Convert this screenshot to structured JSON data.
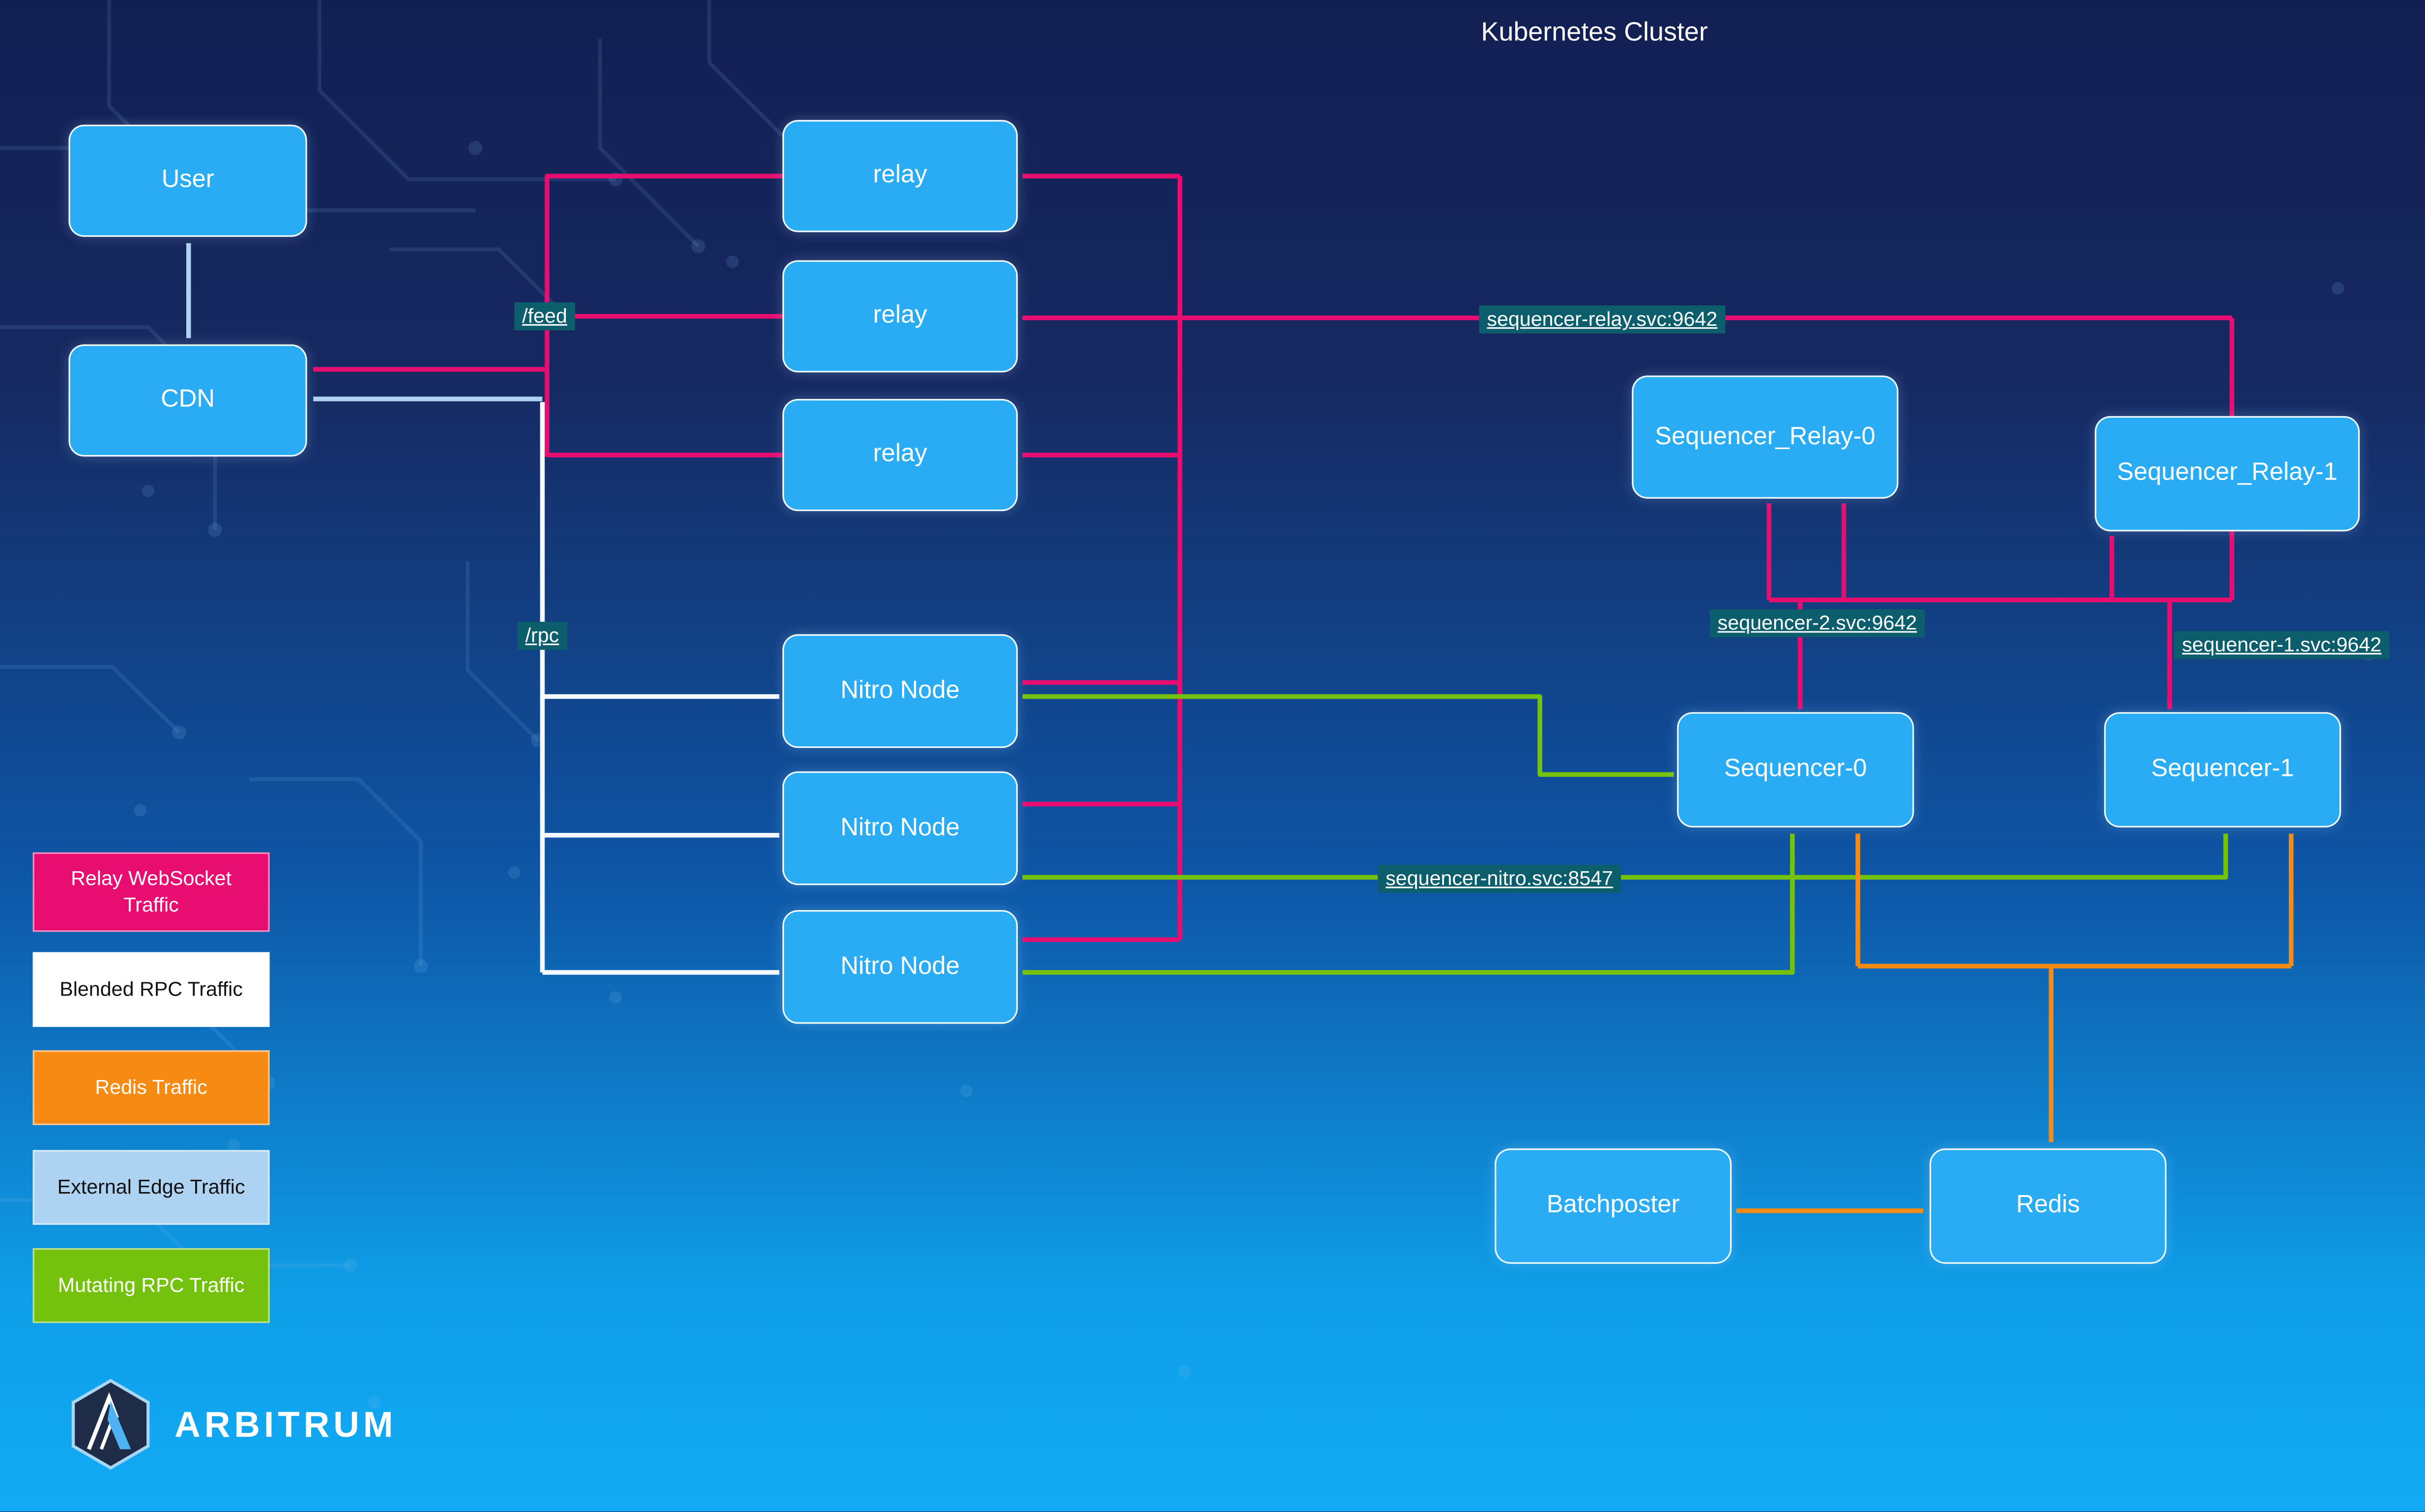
{
  "title": "Kubernetes Cluster",
  "colors": {
    "relay_ws": "#e80d70",
    "blended_rpc": "#f5f8fd",
    "redis": "#f78a12",
    "external_edge": "#aed3f2",
    "mutating_rpc": "#74c20d",
    "node_fill": "#2aacf4",
    "label_bg": "#0d5e6d"
  },
  "nodes": {
    "user": {
      "label": "User"
    },
    "cdn": {
      "label": "CDN"
    },
    "relay1": {
      "label": "relay"
    },
    "relay2": {
      "label": "relay"
    },
    "relay3": {
      "label": "relay"
    },
    "nitro1": {
      "label": "Nitro Node"
    },
    "nitro2": {
      "label": "Nitro Node"
    },
    "nitro3": {
      "label": "Nitro Node"
    },
    "sequencer_relay_0": {
      "label": "Sequencer_Relay-0"
    },
    "sequencer_relay_1": {
      "label": "Sequencer_Relay-1"
    },
    "sequencer_0": {
      "label": "Sequencer-0"
    },
    "sequencer_1": {
      "label": "Sequencer-1"
    },
    "batchposter": {
      "label": "Batchposter"
    },
    "redis": {
      "label": "Redis"
    }
  },
  "edge_labels": {
    "feed": "/feed",
    "rpc": "/rpc",
    "sequencer_relay_svc": "sequencer-relay.svc:9642",
    "sequencer_2_svc": "sequencer-2.svc:9642",
    "sequencer_1_svc": "sequencer-1.svc:9642",
    "sequencer_nitro_svc": "sequencer-nitro.svc:8547"
  },
  "legend": {
    "items": [
      {
        "label": "Relay WebSocket Traffic",
        "color": "#e80d70",
        "text_color": "#ffffff"
      },
      {
        "label": "Blended RPC Traffic",
        "color": "#ffffff",
        "text_color": "#111111"
      },
      {
        "label": "Redis Traffic",
        "color": "#f78a12",
        "text_color": "#ffffff"
      },
      {
        "label": "External Edge Traffic",
        "color": "#aed3f2",
        "text_color": "#111111"
      },
      {
        "label": "Mutating RPC Traffic",
        "color": "#74c20d",
        "text_color": "#ffffff"
      }
    ]
  },
  "logo": {
    "text": "ARBITRUM"
  }
}
